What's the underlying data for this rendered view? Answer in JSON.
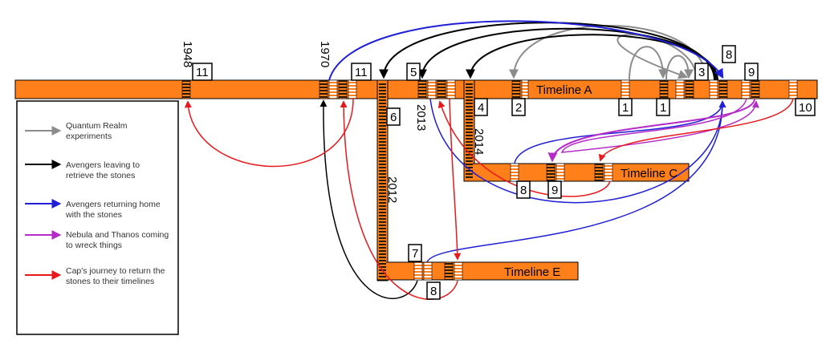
{
  "timelines": [
    {
      "id": "A",
      "label": "Timeline A"
    },
    {
      "id": "C",
      "label": "Timeline C"
    },
    {
      "id": "E",
      "label": "Timeline E"
    }
  ],
  "years": [
    "1948",
    "1970",
    "2013",
    "2014",
    "2012"
  ],
  "event_numbers": [
    "11",
    "11",
    "5",
    "6",
    "2",
    "1",
    "1",
    "3",
    "8",
    "9",
    "10",
    "4",
    "8",
    "9",
    "7",
    "8"
  ],
  "legend": [
    {
      "line1": "Quantum Realm",
      "line2": "experiments",
      "color": "#8c8c8c"
    },
    {
      "line1": "Avengers leaving to",
      "line2": "retrieve the stones",
      "color": "#000000"
    },
    {
      "line1": "Avengers returning home",
      "line2": "with the stones",
      "color": "#1f1fd6"
    },
    {
      "line1": "Nebula and Thanos coming",
      "line2": "to wreck things",
      "color": "#b52bc8"
    },
    {
      "line1": "Cap's journey to return the",
      "line2": "stones to their timelines",
      "color": "#e8191c"
    }
  ],
  "colors": {
    "timeline": "#ff7f1a",
    "marker_dark": "#2a1a0a",
    "marker_light": "#ffffff"
  }
}
